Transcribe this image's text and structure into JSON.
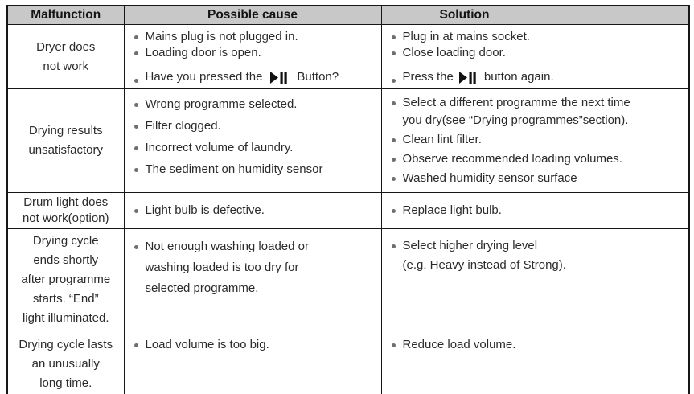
{
  "header": {
    "malfunction": "Malfunction",
    "possible_cause": "Possible cause",
    "solution": "Solution"
  },
  "rows": [
    {
      "malfunction": "Dryer does\nnot work",
      "causes": [
        "Mains plug is not plugged in.",
        "Loading door is open."
      ],
      "cause_button": {
        "pre": "Have you pressed the",
        "post": "Button?"
      },
      "solutions": [
        "Plug in at mains socket.",
        "Close loading door."
      ],
      "solution_button": {
        "pre": "Press the",
        "post": "button again."
      }
    },
    {
      "malfunction": "Drying results\nunsatisfactory",
      "causes": [
        "Wrong programme selected.",
        "Filter clogged.",
        "Incorrect volume of laundry.",
        "The sediment on humidity sensor"
      ],
      "solutions": [
        "Select a different programme the next time\nyou dry(see “Drying programmes”section).",
        "Clean lint filter.",
        "Observe recommended loading volumes.",
        "Washed humidity sensor surface"
      ]
    },
    {
      "malfunction": "Drum light does\nnot work(option)",
      "causes": [
        "Light bulb is defective."
      ],
      "solutions": [
        "Replace light bulb."
      ]
    },
    {
      "malfunction": "Drying cycle\nends shortly\nafter programme\nstarts. “End”\nlight illuminated.",
      "causes": [
        "Not enough washing loaded or\nwashing loaded is too dry for\nselected programme."
      ],
      "solutions": [
        "Select higher drying level\n(e.g. Heavy instead of Strong)."
      ]
    },
    {
      "malfunction": "Drying cycle lasts\nan unusually\nlong time.",
      "causes": [
        "Load volume is too big."
      ],
      "solutions": [
        "Reduce load volume."
      ]
    }
  ],
  "icons": {
    "play_pause": "play-pause (▶❚❚)",
    "bullet": "filled-circle (●)"
  },
  "colors": {
    "header_bg": "#c8c8c8",
    "border": "#161616",
    "text": "#2b2b2b",
    "bullet": "#6f6f6f"
  }
}
